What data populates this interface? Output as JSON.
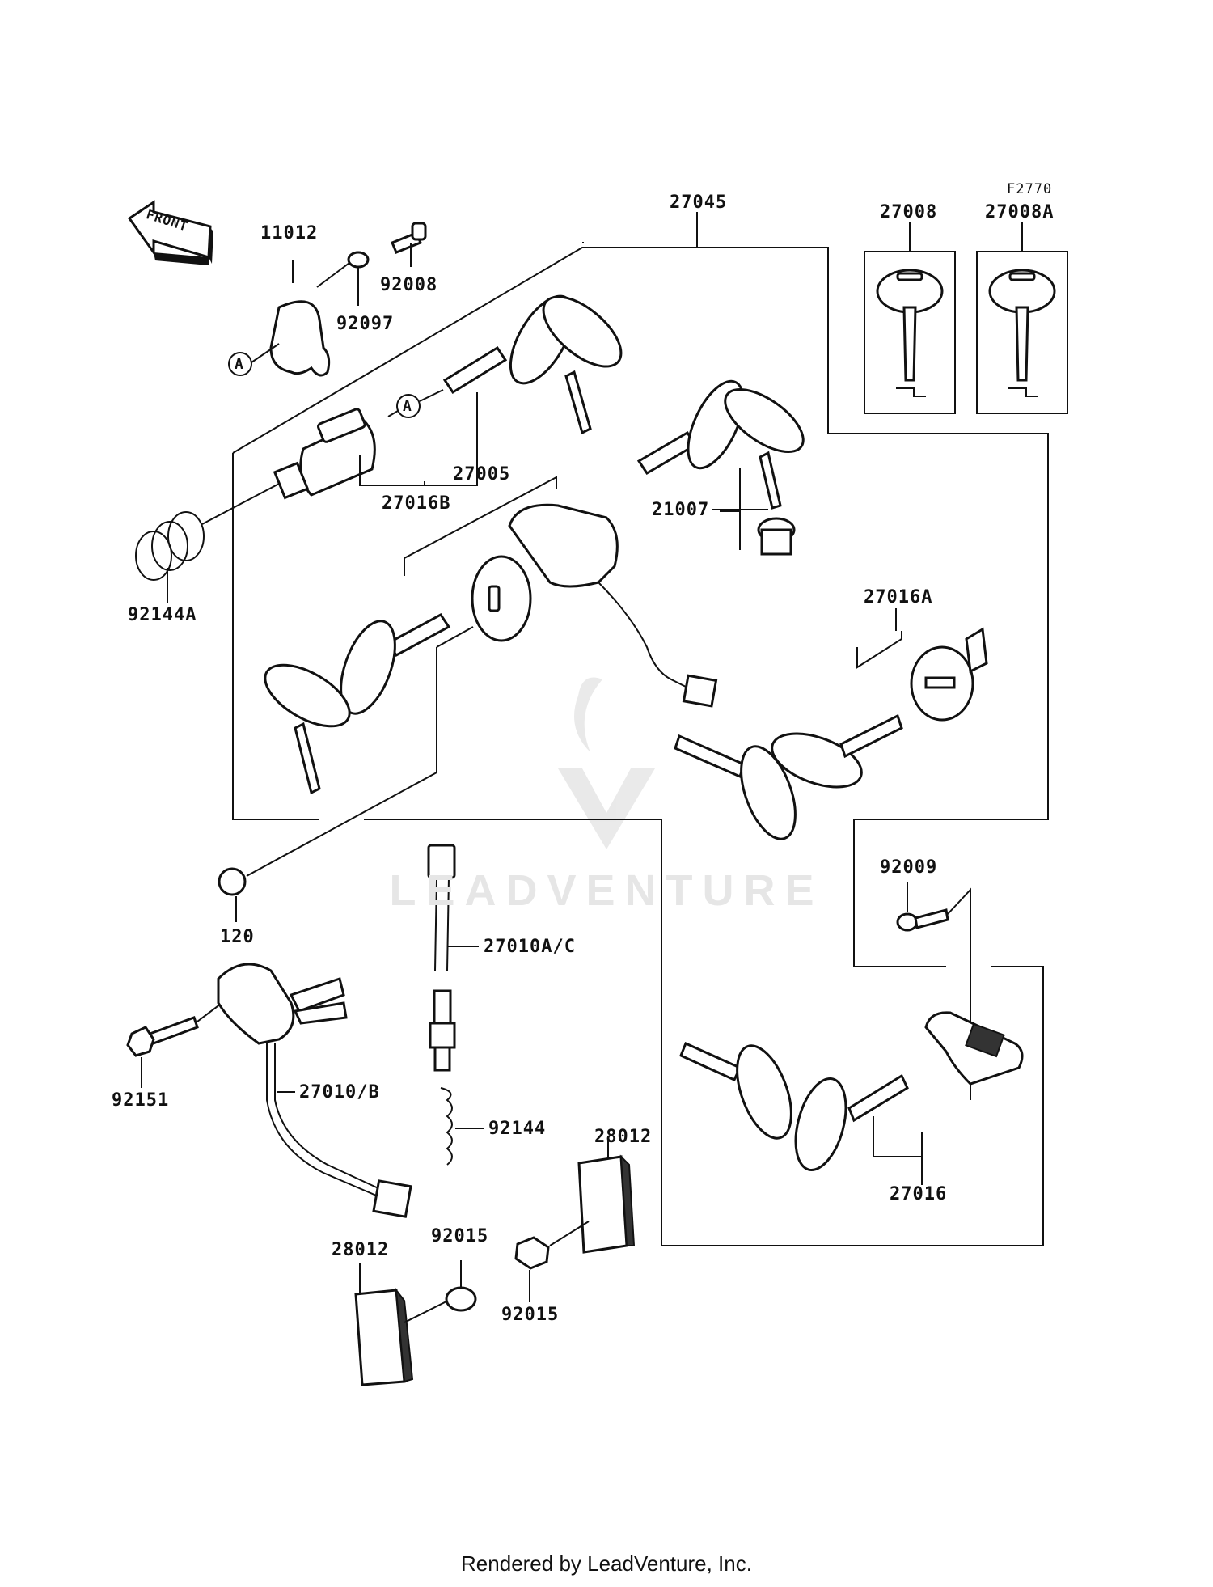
{
  "figure_code": "F2770",
  "front_label": "FRONT",
  "watermark": "LEADVENTURE",
  "footer": "Rendered by LeadVenture, Inc.",
  "callout_letter": "A",
  "labels": {
    "p27045": "27045",
    "p27008": "27008",
    "p27008A": "27008A",
    "p11012": "11012",
    "p92008": "92008",
    "p92097": "92097",
    "p27016B": "27016B",
    "p27005": "27005",
    "p21007": "21007",
    "p92144A": "92144A",
    "p27016A": "27016A",
    "p92009": "92009",
    "p120": "120",
    "p27010AC": "27010A/C",
    "p92151": "92151",
    "p27010B": "27010/B",
    "p92144": "92144",
    "p28012a": "28012",
    "p28012b": "28012",
    "p92015a": "92015",
    "p92015b": "92015",
    "p27016": "27016"
  }
}
